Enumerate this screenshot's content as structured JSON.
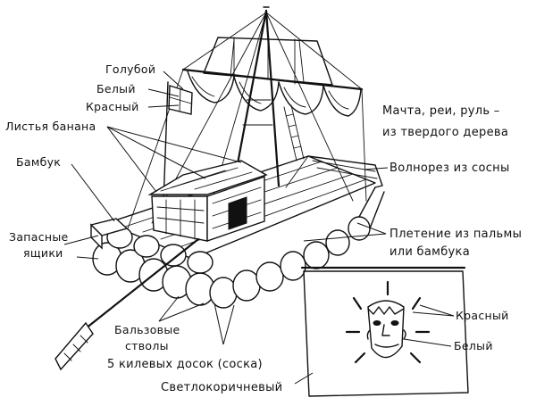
{
  "labels": {
    "blue": "Голубой",
    "white": "Белый",
    "red": "Красный",
    "banana_leaves": "Листья банана",
    "bamboo": "Бамбук",
    "spare_boxes_1": "Запасные",
    "spare_boxes_2": "ящики",
    "mast_line_1": "Мачта, реи, руль –",
    "mast_line_2": "из твердого дерева",
    "breakwater": "Волнорез из сосны",
    "weaving_1": "Плетение из пальмы",
    "weaving_2": "или бамбука",
    "balsa_1": "Бальзовые",
    "balsa_2": "стволы",
    "keel_boards": "5 килевых досок (соска)",
    "light_brown": "Светлокоричневый",
    "sail_red": "Красный",
    "sail_white": "Белый"
  }
}
